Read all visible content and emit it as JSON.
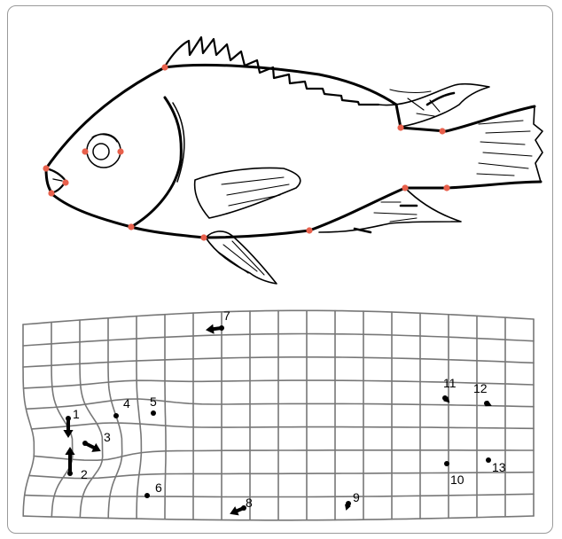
{
  "figure": {
    "landmark_color": "#e8604c",
    "grid_color": "#777777",
    "landmarks": [
      {
        "id": "1"
      },
      {
        "id": "2"
      },
      {
        "id": "3"
      },
      {
        "id": "4"
      },
      {
        "id": "5"
      },
      {
        "id": "6"
      },
      {
        "id": "7"
      },
      {
        "id": "8"
      },
      {
        "id": "9"
      },
      {
        "id": "10"
      },
      {
        "id": "11"
      },
      {
        "id": "12"
      },
      {
        "id": "13"
      }
    ]
  }
}
